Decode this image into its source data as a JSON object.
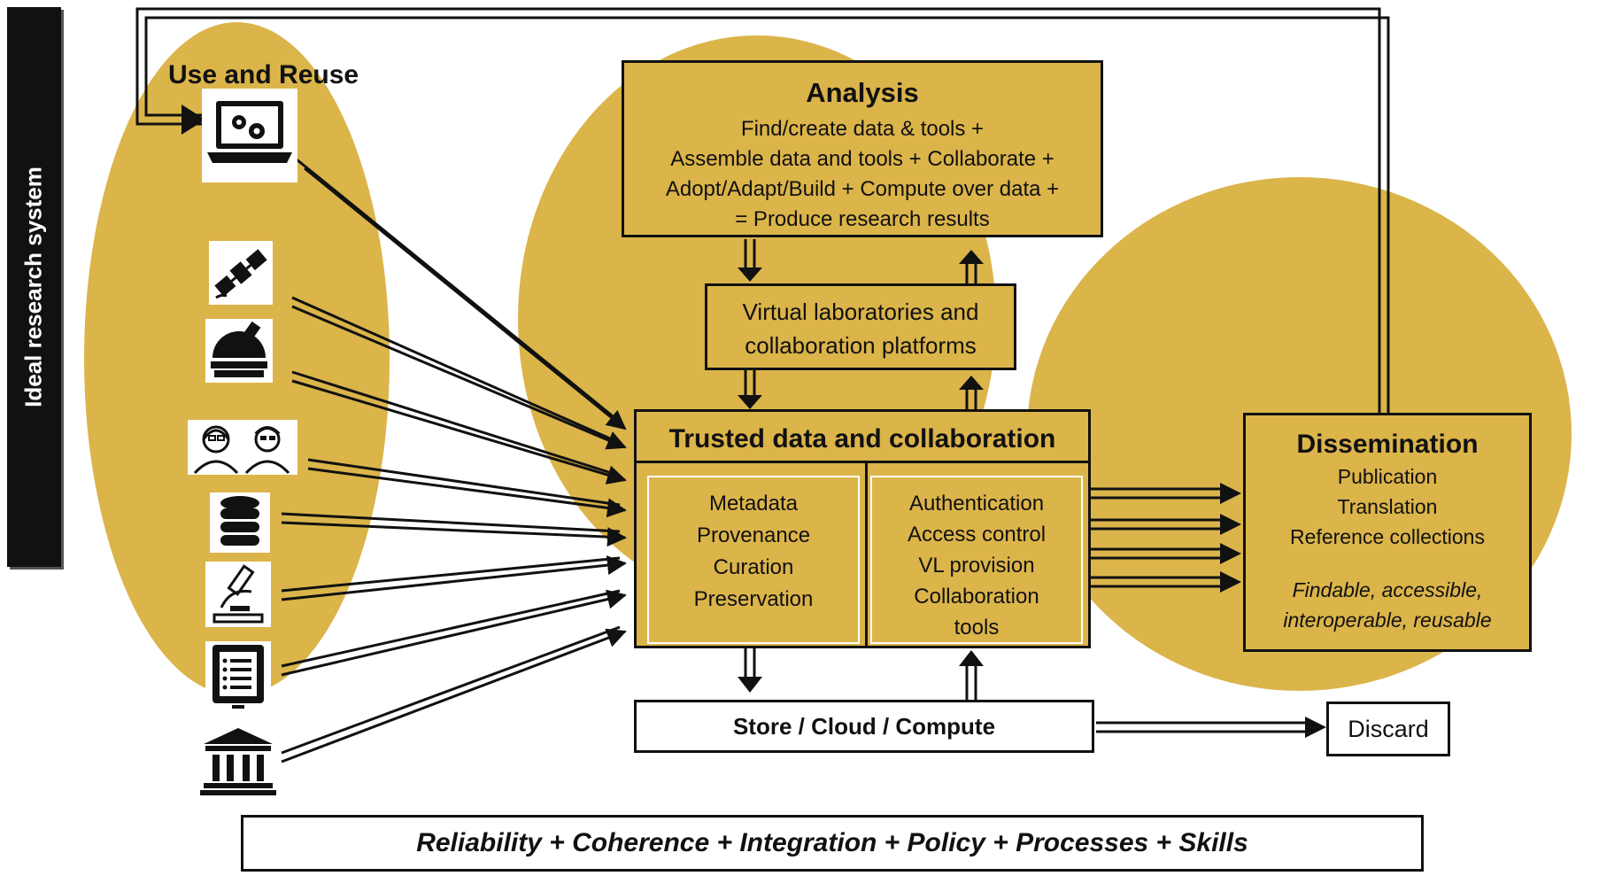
{
  "side_label": "Ideal research system",
  "use_reuse": {
    "title": "Use and Reuse"
  },
  "analysis": {
    "title": "Analysis",
    "lines": [
      "Find/create data & tools +",
      "Assemble data and tools + Collaborate +",
      "Adopt/Adapt/Build + Compute over data +",
      "= Produce research results"
    ]
  },
  "virtual_labs": {
    "lines": [
      "Virtual laboratories and",
      "collaboration platforms"
    ]
  },
  "trusted": {
    "title": "Trusted data and collaboration",
    "left_items": [
      "Metadata",
      "Provenance",
      "Curation",
      "Preservation"
    ],
    "right_items": [
      "Authentication",
      "Access control",
      "VL provision",
      "Collaboration",
      "tools"
    ]
  },
  "dissemination": {
    "title": "Dissemination",
    "items": [
      "Publication",
      "Translation",
      "Reference collections"
    ],
    "fair_lines": [
      "Findable, accessible,",
      "interoperable, reusable"
    ]
  },
  "store": {
    "label": "Store / Cloud / Compute"
  },
  "discard": {
    "label": "Discard"
  },
  "footer": {
    "label": "Reliability + Coherence + Integration + Policy + Processes + Skills"
  },
  "icons": [
    "laptop-gears-icon",
    "satellite-icon",
    "telescope-dome-icon",
    "researchers-icon",
    "database-icon",
    "microscope-icon",
    "document-list-icon",
    "institution-icon"
  ],
  "colors": {
    "ellipse": "#dbb44a",
    "stroke": "#111111",
    "side_bar": "#111111"
  }
}
